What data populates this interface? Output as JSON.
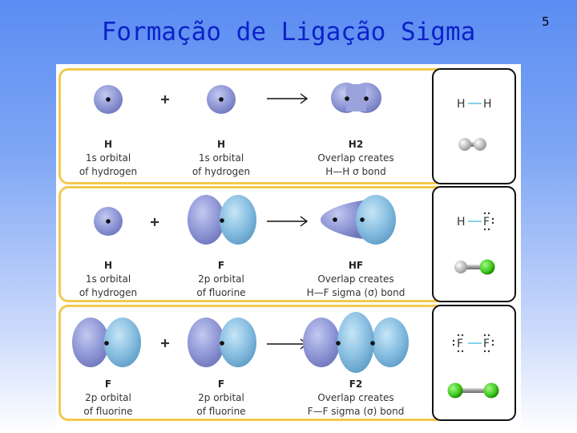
{
  "slide": {
    "title": "Formação de Ligação Sigma",
    "page_number": "5"
  },
  "rows": [
    {
      "plus": "+",
      "labels": [
        {
          "title": "H",
          "line1": "1s orbital",
          "line2": "of hydrogen"
        },
        {
          "title": "H",
          "line1": "1s orbital",
          "line2": "of hydrogen"
        },
        {
          "title": "H2",
          "line1": "Overlap creates",
          "line2": "H—H σ bond"
        }
      ],
      "structure": {
        "atom_left": "H",
        "atom_right": "H"
      }
    },
    {
      "plus": "+",
      "labels": [
        {
          "title": "H",
          "line1": "1s orbital",
          "line2": "of hydrogen"
        },
        {
          "title": "F",
          "line1": "2p orbital",
          "line2": "of fluorine"
        },
        {
          "title": "HF",
          "line1": "Overlap creates",
          "line2": "H—F sigma (σ) bond"
        }
      ],
      "structure": {
        "atom_left": "H",
        "atom_right": "F"
      }
    },
    {
      "plus": "+",
      "labels": [
        {
          "title": "F",
          "line1": "2p orbital",
          "line2": "of fluorine"
        },
        {
          "title": "F",
          "line1": "2p orbital",
          "line2": "of fluorine"
        },
        {
          "title": "F2",
          "line1": "Overlap creates",
          "line2": "F—F sigma (σ) bond"
        }
      ],
      "structure": {
        "atom_left": "F",
        "atom_right": "F"
      }
    }
  ],
  "colors": {
    "title": "#0c22c8",
    "row_border": "#f3c94e",
    "orbital_purple": "#8f97d6",
    "orbital_blue": "#86bde0",
    "bond_line": "#5fc3e4",
    "hydrogen_ball": "#e8e8e8",
    "fluorine_ball": "#3fcc1c"
  }
}
